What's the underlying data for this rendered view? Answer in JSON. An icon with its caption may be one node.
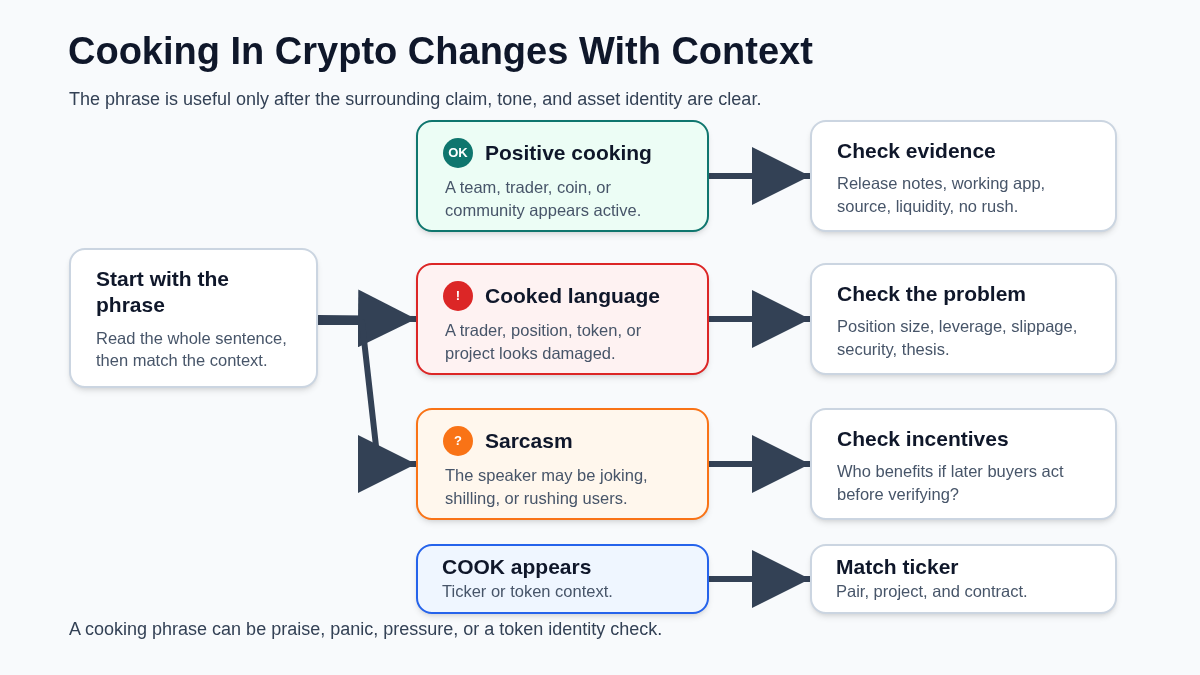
{
  "diagram": {
    "title": "Cooking In Crypto Changes With Context",
    "caption": "The phrase is useful only after the surrounding claim, tone, and asset identity are clear.",
    "nodes": [
      {
        "text": [
          "OK",
          "Positive cooking",
          "A team, trader, coin, or community appears active."
        ]
      },
      {
        "text": [
          "Check evidence",
          "Release notes, working app, source, liquidity, no rush."
        ]
      },
      {
        "text": [
          "Start with the phrase",
          "Read the whole sentence, then match the context."
        ]
      },
      {
        "text": [
          "!",
          "Cooked language",
          "A trader, position, token, or project looks damaged."
        ]
      },
      {
        "text": [
          "Check the problem",
          "Position size, leverage, slippage, security, thesis."
        ]
      },
      {
        "text": [
          "?",
          "Sarcasm",
          "The speaker may be joking, shilling, or rushing users."
        ]
      },
      {
        "text": [
          "Check incentives",
          "Who benefits if later buyers act before verifying?"
        ]
      },
      {
        "text": [
          "COOK appears",
          "Ticker or token context."
        ]
      },
      {
        "text": [
          "Match ticker",
          "Pair, project, and contract."
        ]
      }
    ],
    "edges": [
      {
        "from": 2,
        "to": 3,
        "arrow": "to"
      },
      {
        "from": 2,
        "to": 5,
        "arrow": "to"
      },
      {
        "from": 0,
        "to": 1,
        "arrow": "to"
      },
      {
        "from": 3,
        "to": 4,
        "arrow": "to"
      },
      {
        "from": 5,
        "to": 6,
        "arrow": "to"
      },
      {
        "from": 7,
        "to": 8,
        "arrow": "to"
      }
    ],
    "labels": [
      "A cooking phrase can be praise, panic, pressure, or a token identity check."
    ]
  }
}
